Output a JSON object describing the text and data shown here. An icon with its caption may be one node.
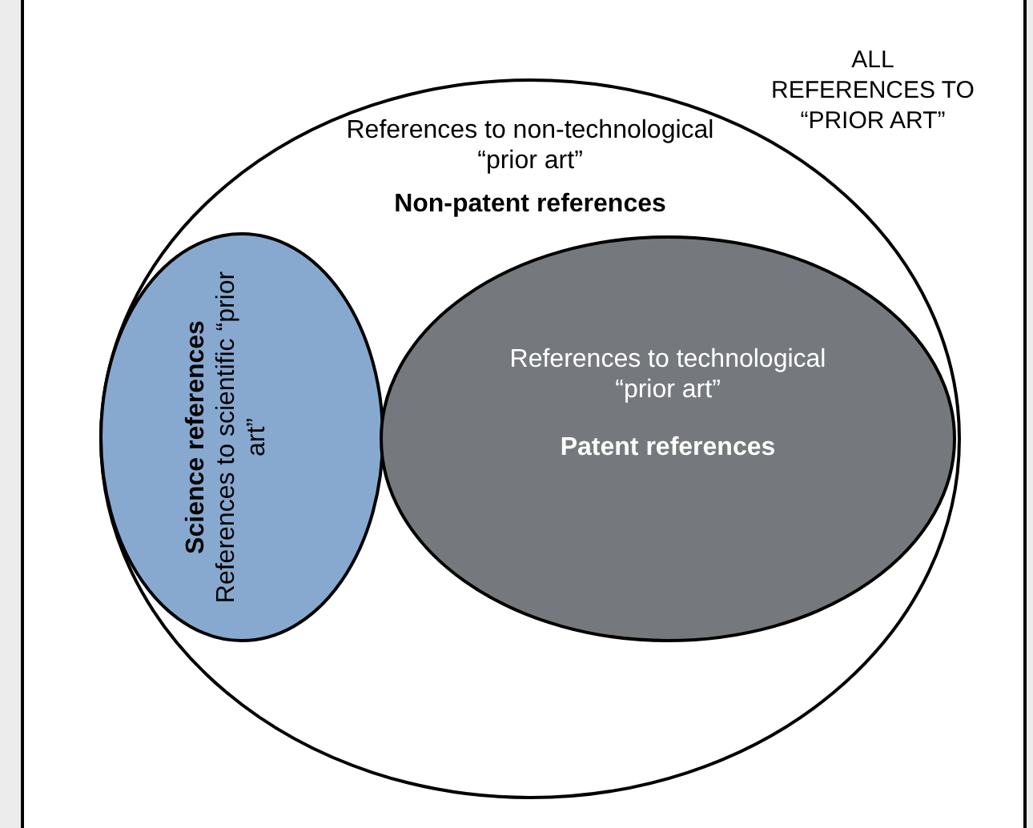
{
  "diagram": {
    "nodes": [
      {
        "text": [
          "ALL REFERENCES TO “PRIOR ART”"
        ]
      },
      {
        "text": [
          "References to non-technological “prior art”",
          "Non-patent references"
        ],
        "in": 0
      },
      {
        "text": [
          "Science references",
          "References to scientific “prior art”"
        ],
        "in": 1
      },
      {
        "text": [
          "References to technological “prior art”",
          "Patent references"
        ],
        "in": 1
      }
    ]
  }
}
